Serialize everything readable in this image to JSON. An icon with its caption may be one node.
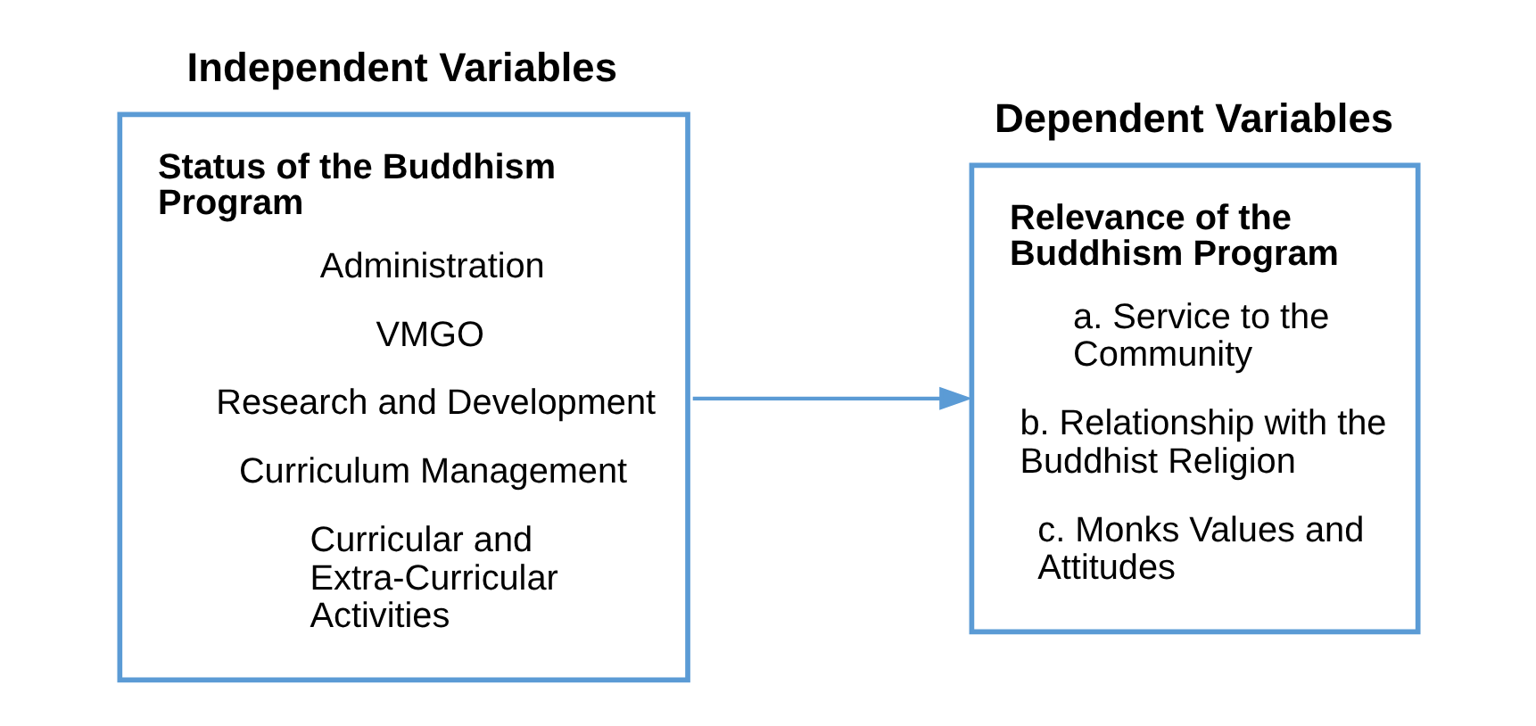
{
  "diagram": {
    "nodes": [
      {
        "text": [
          "Independent Variables",
          "Status of the Buddhism Program",
          "Administration",
          "VMGO",
          "Research and Development",
          "Curriculum Management",
          "Curricular and Extra-Curricular Activities"
        ]
      },
      {
        "text": [
          "Dependent Variables",
          "Relevance of the Buddhism Program",
          "a. Service to the Community",
          "b. Relationship with the Buddhist Religion",
          "c. Monks Values and Attitudes"
        ]
      }
    ],
    "edges": [
      {
        "from": 0,
        "to": 1,
        "arrow": "to"
      }
    ]
  }
}
